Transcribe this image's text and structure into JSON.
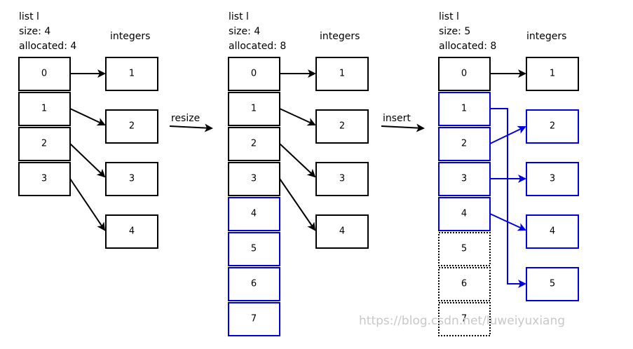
{
  "panels": [
    {
      "header": [
        "list l",
        "size: 4",
        "allocated: 4"
      ],
      "integers_label": "integers",
      "slots": [
        "0",
        "1",
        "2",
        "3"
      ],
      "integers": [
        "1",
        "2",
        "3",
        "4"
      ]
    },
    {
      "header": [
        "list l",
        "size: 4",
        "allocated: 8"
      ],
      "integers_label": "integers",
      "slots": [
        "0",
        "1",
        "2",
        "3",
        "4",
        "5",
        "6",
        "7"
      ],
      "integers": [
        "1",
        "2",
        "3",
        "4"
      ]
    },
    {
      "header": [
        "list l",
        "size: 5",
        "allocated: 8"
      ],
      "integers_label": "integers",
      "slots": [
        "0",
        "1",
        "2",
        "3",
        "4",
        "5",
        "6",
        "7"
      ],
      "integers": [
        "1",
        "2",
        "3",
        "4",
        "5"
      ]
    }
  ],
  "transitions": [
    "resize",
    "insert"
  ],
  "watermark": "https://blog.csdn.net/luweiyuxiang",
  "colors": {
    "black": "#000000",
    "blue": "#0000e6"
  }
}
